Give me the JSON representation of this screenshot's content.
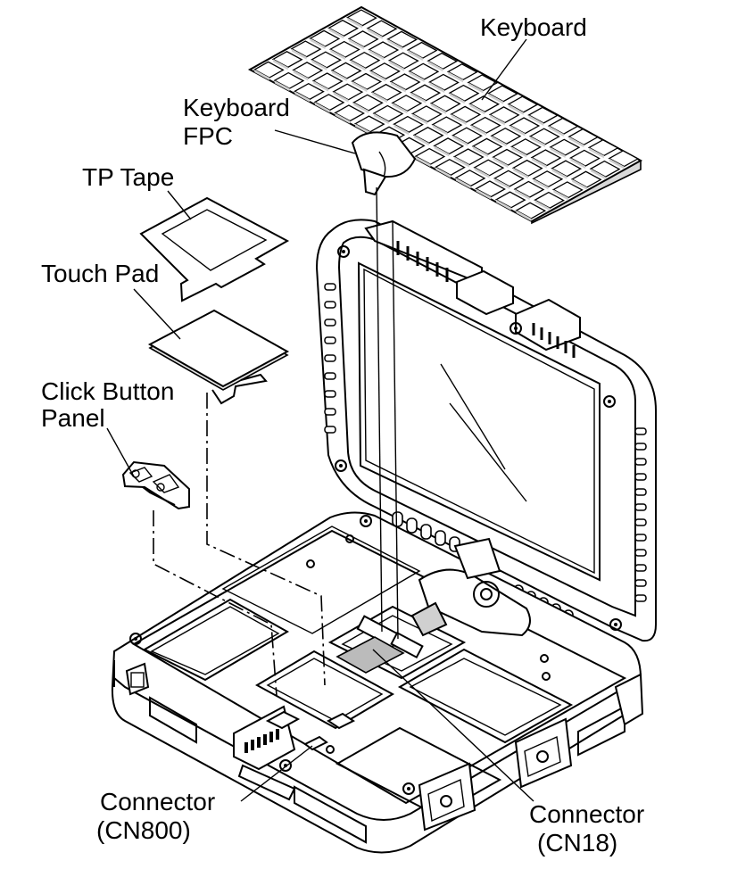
{
  "labels": {
    "keyboard": "Keyboard",
    "keyboard_fpc_line1": "Keyboard",
    "keyboard_fpc_line2": "FPC",
    "tp_tape": "TP Tape",
    "touch_pad": "Touch Pad",
    "click_button_line1": "Click Button",
    "click_button_line2": "Panel",
    "connector_cn800_line1": "Connector",
    "connector_cn800_line2": "(CN800)",
    "connector_cn18_line1": "Connector",
    "connector_cn18_line2": "(CN18)"
  }
}
